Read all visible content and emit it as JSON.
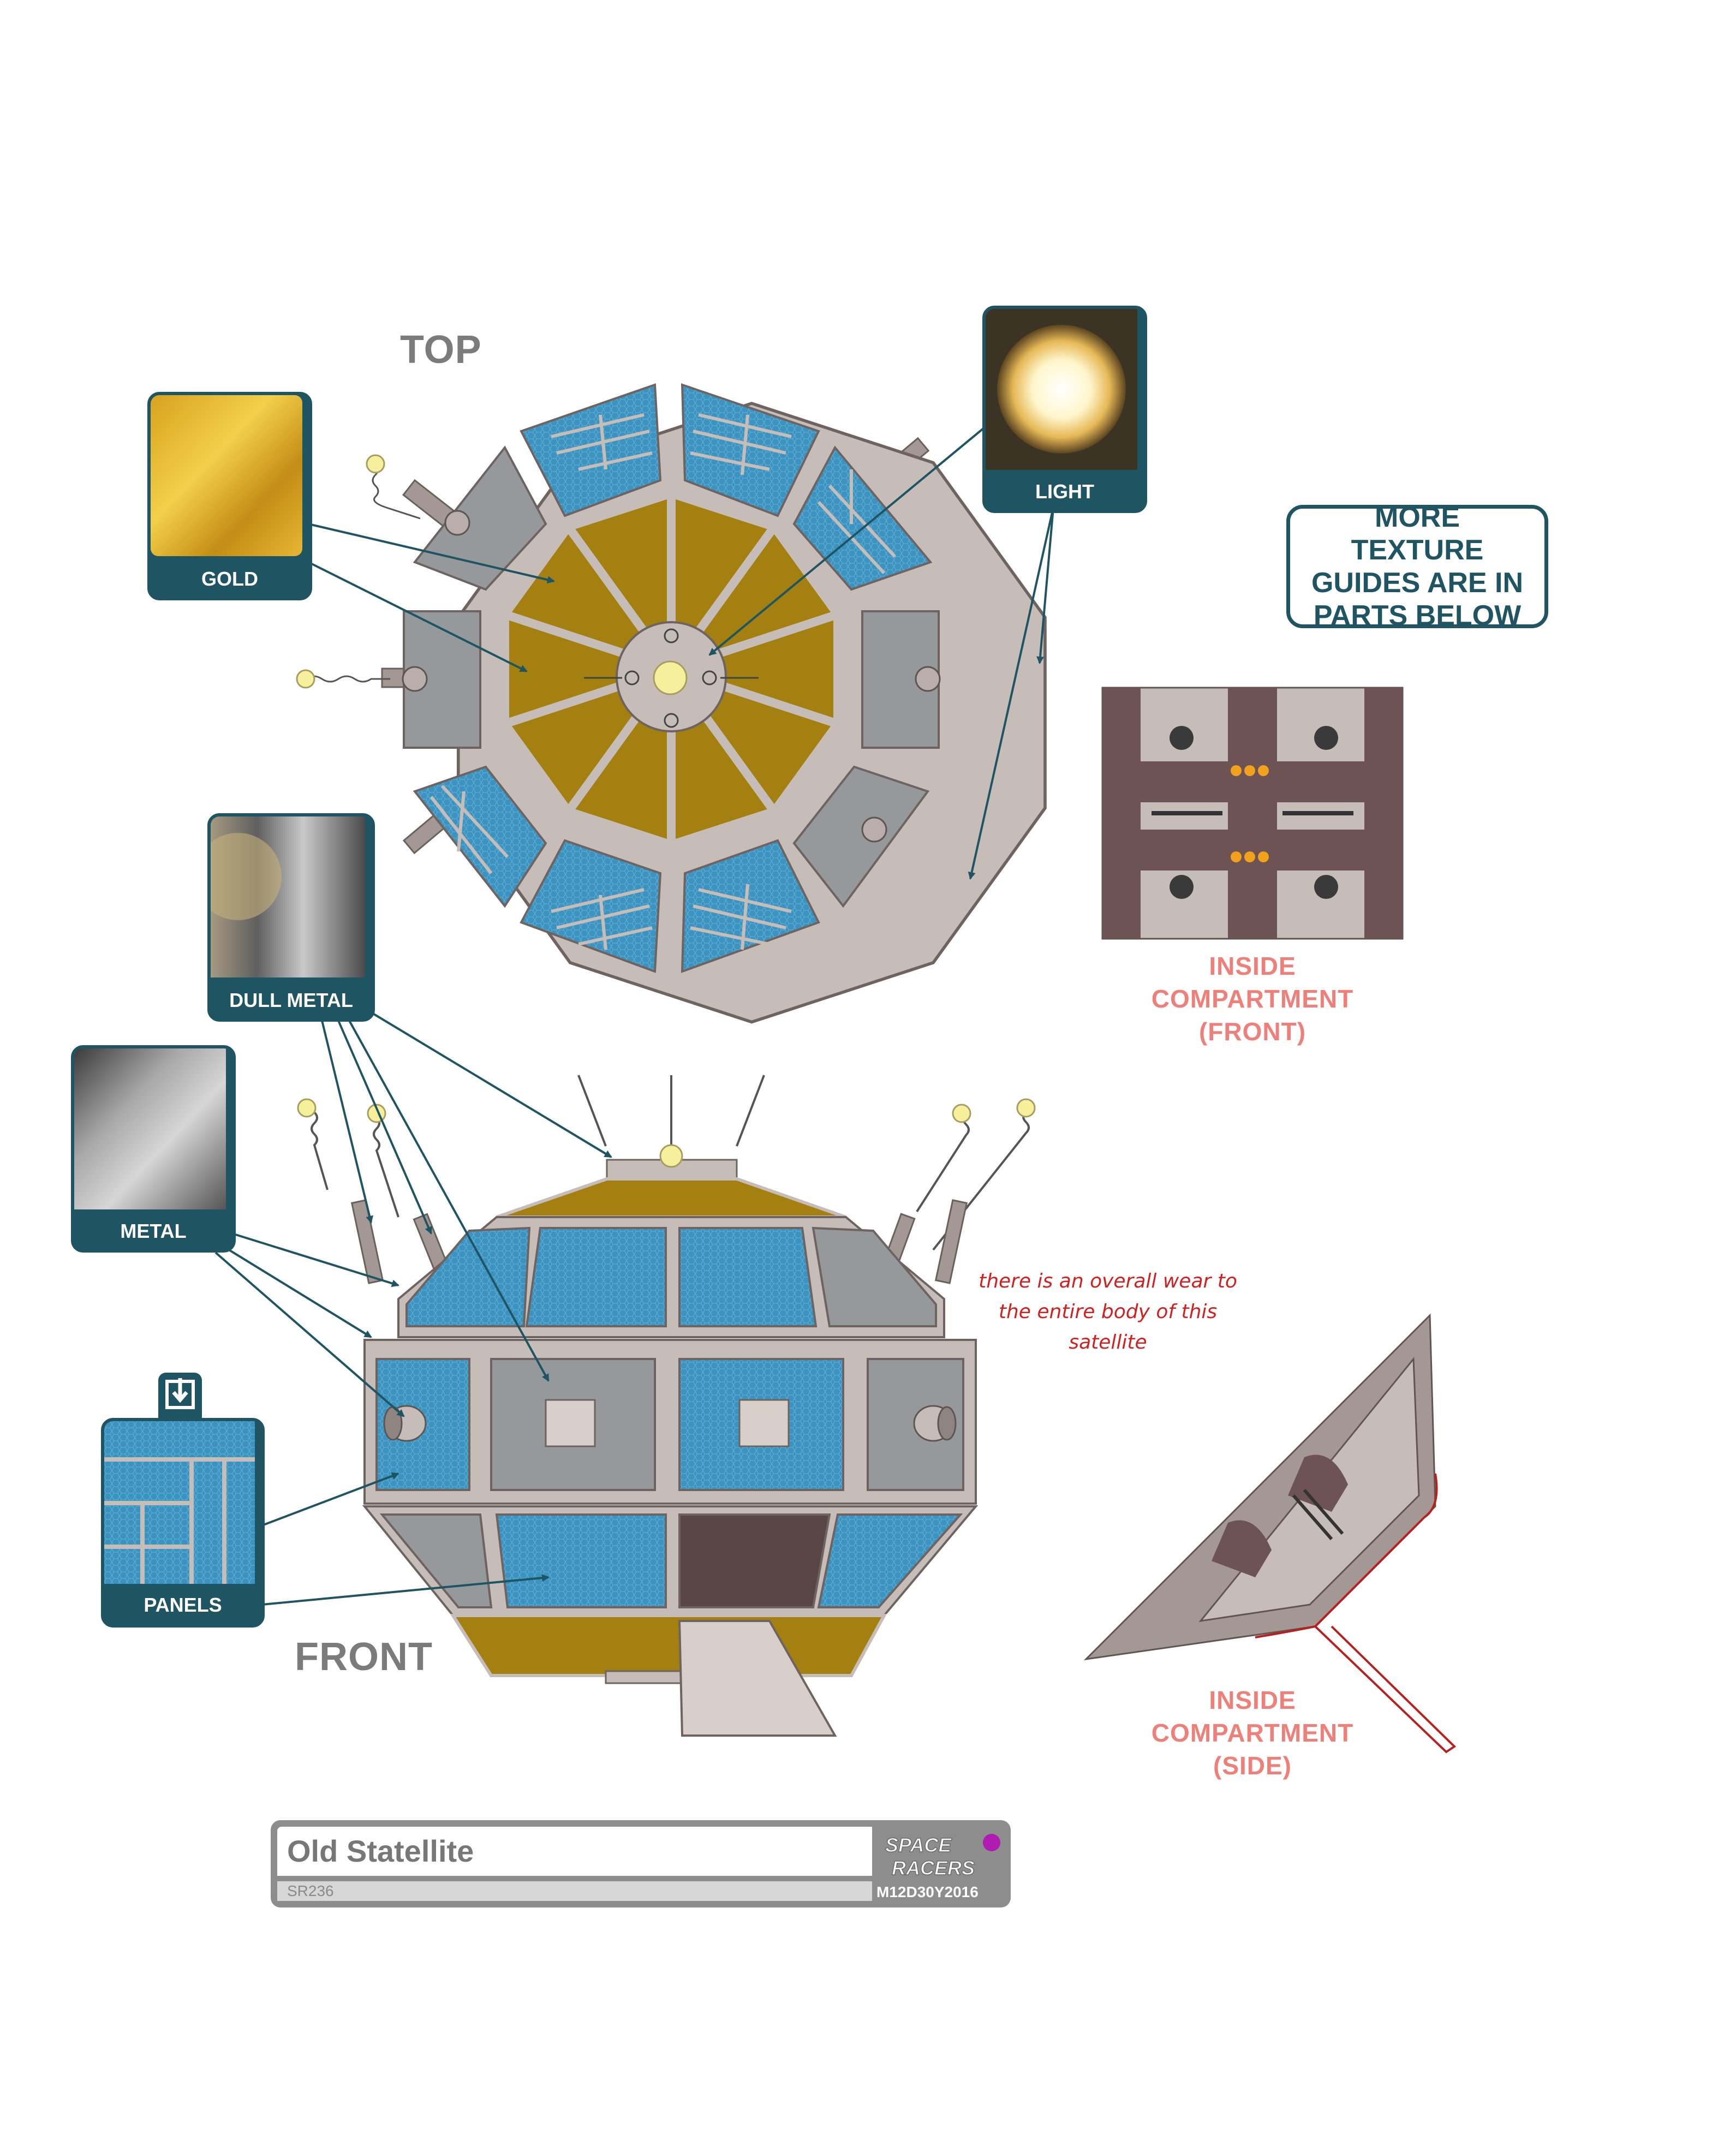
{
  "views": {
    "top": "TOP",
    "front": "FRONT"
  },
  "textures": {
    "gold": "GOLD",
    "light": "LIGHT",
    "dull_metal": "DULL METAL",
    "metal": "METAL",
    "panels": "PANELS"
  },
  "callout": "MORE TEXTURE GUIDES ARE IN PARTS BELOW",
  "notes": {
    "inside_front": [
      "INSIDE",
      "COMPARTMENT",
      "(FRONT)"
    ],
    "inside_side": [
      "INSIDE",
      "COMPARTMENT",
      "(SIDE)"
    ],
    "wear": "there is an overall wear to the entire body of this satellite"
  },
  "title_block": {
    "name": "Old Statellite",
    "code": "SR236",
    "logo_line1": "SPACE",
    "logo_line2": "RACERS",
    "date": "M12D30Y2016"
  },
  "colors": {
    "panel_teal": "#1f5562",
    "gold": "#a3800f",
    "blue_panel": "#3d93bf",
    "frame": "#c9bfb9",
    "grey_panel": "#95999c",
    "maroon": "#5a4546",
    "inside_label": "#ee7f79",
    "wear_note": "#d41f1f"
  }
}
